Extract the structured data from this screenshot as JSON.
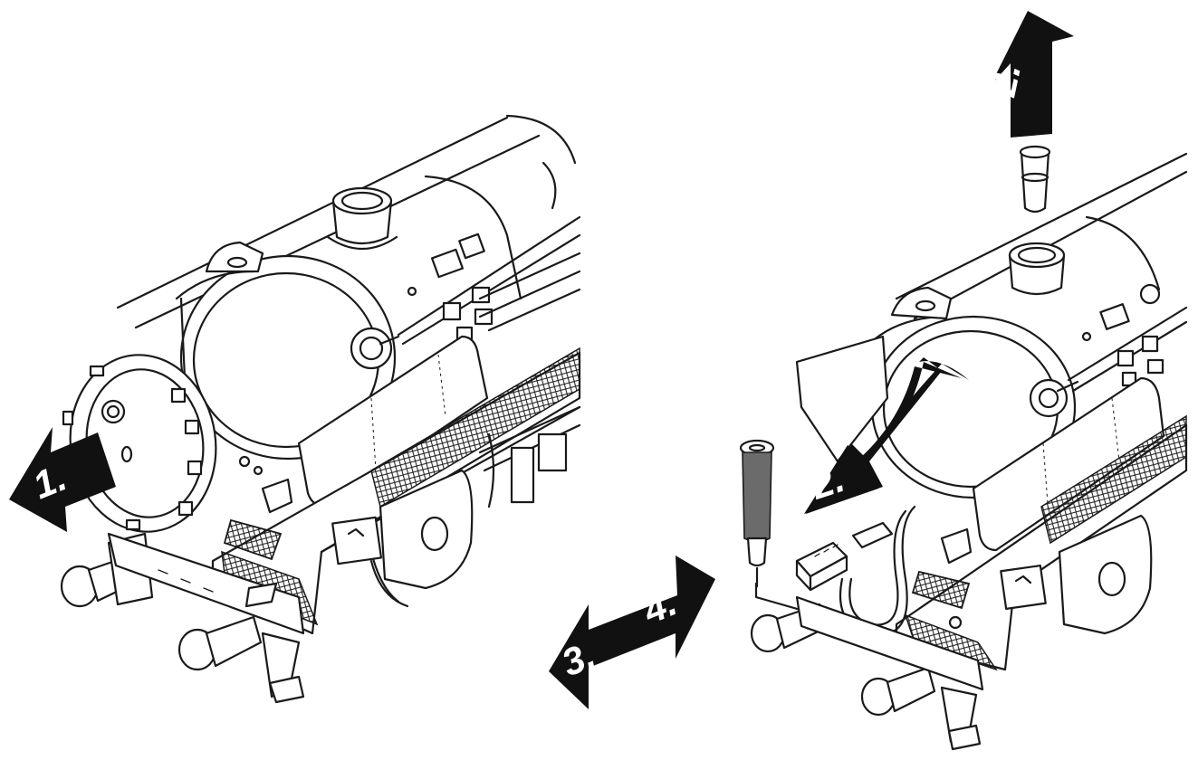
{
  "steps": {
    "step1": "1.",
    "step2_lift": "2.",
    "step2_swing": "2.",
    "step3": "3.",
    "step4": "4."
  },
  "colors": {
    "ink": "#1a1a1a",
    "arrow_fill": "#111111",
    "background": "#ffffff",
    "mesh": "#1a1a1a",
    "sleeve": "#6b6b6b"
  },
  "icons": {
    "arrow_out": "arrow-left-icon",
    "arrow_up": "arrow-up-icon",
    "arrow_curve": "arrow-curve-icon",
    "arrow_double": "arrow-double-icon"
  }
}
